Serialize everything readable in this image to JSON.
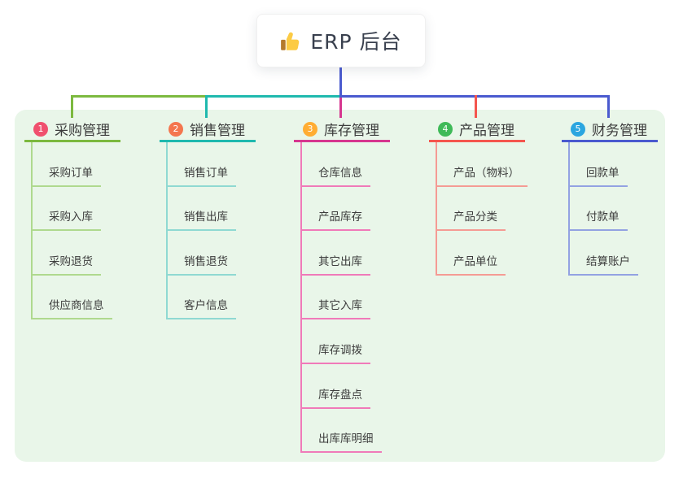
{
  "root": {
    "label": "ERP 后台",
    "icon": "thumbs-up-icon"
  },
  "connector": {
    "stem_color": "#4a5acf"
  },
  "panel": {
    "background": "#e9f6e9"
  },
  "branches": [
    {
      "badge": "1",
      "badge_color": "#f0506e",
      "color": "#7cb93f",
      "child_color": "#afd98e",
      "title": "采购管理",
      "children": [
        "采购订单",
        "采购入库",
        "采购退货",
        "供应商信息"
      ]
    },
    {
      "badge": "2",
      "badge_color": "#f4764e",
      "color": "#1fb9ae",
      "child_color": "#8fd9d2",
      "title": "销售管理",
      "children": [
        "销售订单",
        "销售出库",
        "销售退货",
        "客户信息"
      ]
    },
    {
      "badge": "3",
      "badge_color": "#ffad33",
      "color": "#d6368f",
      "child_color": "#f07ab9",
      "title": "库存管理",
      "children": [
        "仓库信息",
        "产品库存",
        "其它出库",
        "其它入库",
        "库存调拨",
        "库存盘点",
        "出库库明细"
      ]
    },
    {
      "badge": "4",
      "badge_color": "#3fba58",
      "color": "#f4564e",
      "child_color": "#f59b94",
      "title": "产品管理",
      "children": [
        "产品（物料）",
        "产品分类",
        "产品单位"
      ]
    },
    {
      "badge": "5",
      "badge_color": "#2ba6e0",
      "color": "#4a5acf",
      "child_color": "#93a2e2",
      "title": "财务管理",
      "children": [
        "回款单",
        "付款单",
        "结算账户"
      ]
    }
  ]
}
